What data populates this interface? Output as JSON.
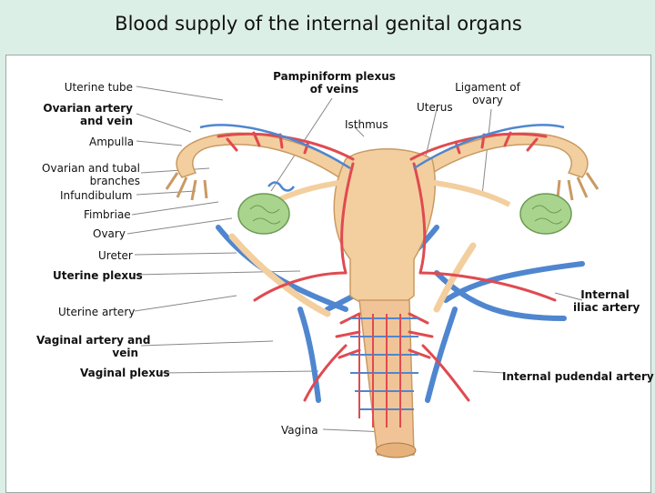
{
  "title": "Blood supply of the internal genital organs",
  "labels": {
    "uterine_tube": "Uterine tube",
    "ovarian_artery_vein": [
      "Ovarian artery",
      "and vein"
    ],
    "pampiniform": [
      "Pampiniform plexus",
      "of veins"
    ],
    "uterus": "Uterus",
    "ligament_of_ovary": [
      "Ligament of",
      "ovary"
    ],
    "isthmus": "Isthmus",
    "ampulla": "Ampulla",
    "ovarian_tubal_branches": [
      "Ovarian and tubal",
      "branches"
    ],
    "infundibulum": "Infundibulum",
    "fimbriae": "Fimbriae",
    "ovary": "Ovary",
    "ureter": "Ureter",
    "uterine_plexus": "Uterine plexus",
    "internal_iliac": [
      "Internal",
      "iliac artery"
    ],
    "uterine_artery": "Uterine artery",
    "vaginal_artery_vein": [
      "Vaginal artery and",
      "vein"
    ],
    "vaginal_plexus": "Vaginal plexus",
    "internal_pudendal": "Internal pudendal artery",
    "vagina": "Vagina"
  },
  "colors": {
    "background": "#dcefe6",
    "tissue": "#f3cf9f",
    "tissue_dark": "#d9a86f",
    "ovary": "#a9d48e",
    "artery": "#e04a50",
    "vein": "#4f86cf",
    "leader": "#888888"
  }
}
